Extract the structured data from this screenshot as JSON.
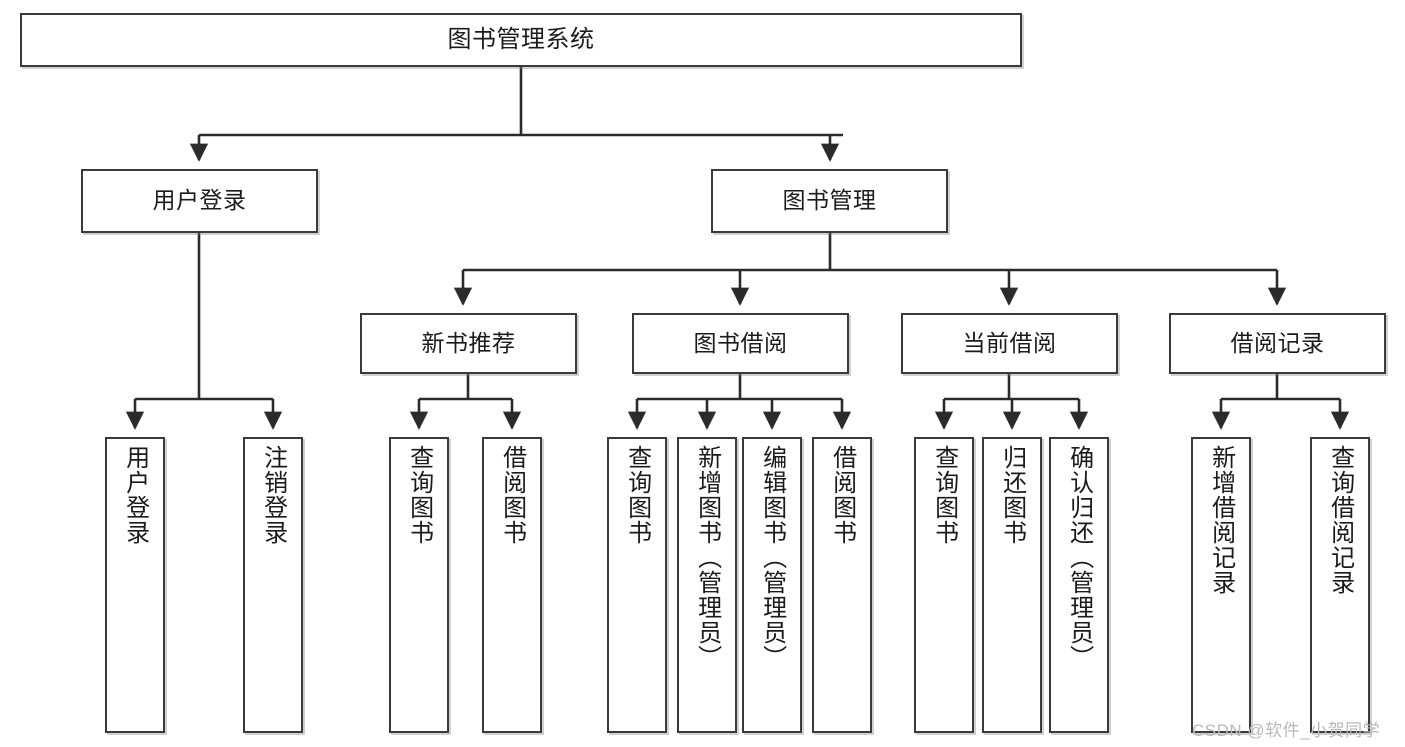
{
  "diagram": {
    "title": "图书管理系统",
    "type": "tree-hierarchy-diagram",
    "colors": {
      "box_border": "#3a3a3a",
      "box_fill": "#ffffff",
      "connector": "#2b2b2b",
      "text": "#1b1b1b",
      "watermark": "#b9b9b9",
      "background": "#ffffff"
    },
    "root": {
      "label": "图书管理系统"
    },
    "level1": [
      {
        "label": "用户登录"
      },
      {
        "label": "图书管理"
      }
    ],
    "level2": [
      {
        "label": "新书推荐"
      },
      {
        "label": "图书借阅"
      },
      {
        "label": "当前借阅"
      },
      {
        "label": "借阅记录"
      }
    ],
    "leaves": {
      "user_login": [
        {
          "label": "用户登录"
        },
        {
          "label": "注销登录"
        }
      ],
      "new_book_recommend": [
        {
          "label": "查询图书"
        },
        {
          "label": "借阅图书"
        }
      ],
      "book_borrow": [
        {
          "label": "查询图书"
        },
        {
          "label": "新增图书（管理员）"
        },
        {
          "label": "编辑图书（管理员）"
        },
        {
          "label": "借阅图书"
        }
      ],
      "current_borrow": [
        {
          "label": "查询图书"
        },
        {
          "label": "归还图书"
        },
        {
          "label": "确认归还（管理员）"
        }
      ],
      "borrow_record": [
        {
          "label": "新增借阅记录"
        },
        {
          "label": "查询借阅记录"
        }
      ]
    },
    "watermark": "CSDN @软件_小贺同学"
  }
}
